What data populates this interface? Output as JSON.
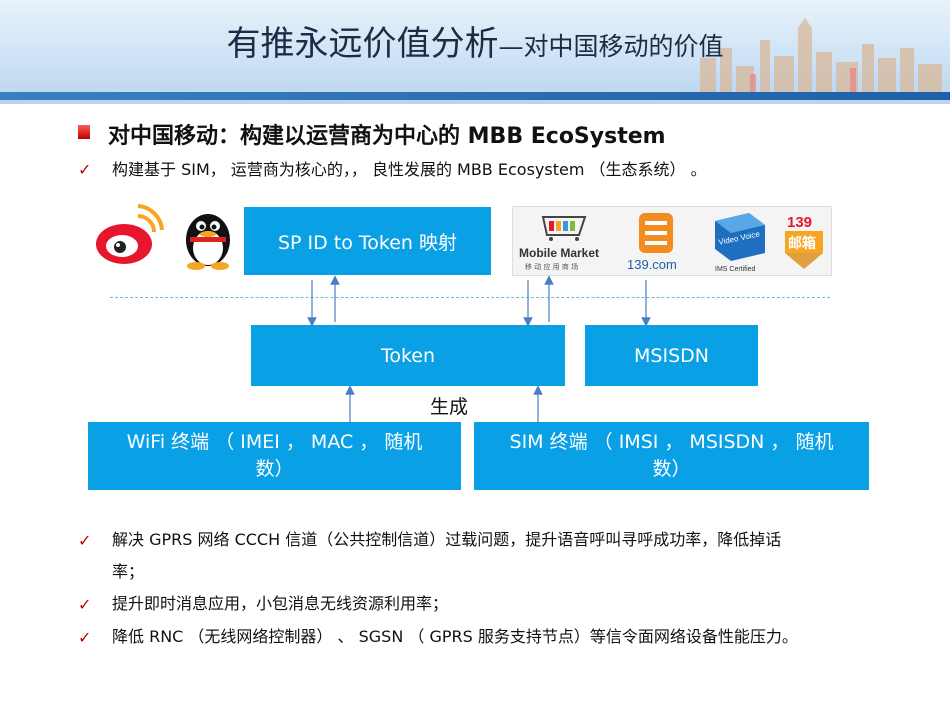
{
  "slide": {
    "title_main": "有推永远价值分析",
    "title_sub": "—对中国移动的价值",
    "heading": "对中国移动：构建以运营商为中心的 MBB EcoSystem",
    "intro": "构建基于 SIM， 运营商为核心的，， 良性发展的 MBB Ecosystem （生态系统） 。",
    "bullets": [
      "解决 GPRS 网络 CCCH 信道（公共控制信道）过载问题，提升语音呼叫寻呼成功率，降低掉话",
      "率；",
      "提升即时消息应用，小包消息无线资源利用率；",
      "降低 RNC （无线网络控制器） 、 SGSN （ GPRS 服务支持节点）等信令面网络设备性能压力。"
    ],
    "check_mark": "✓"
  },
  "diagram": {
    "sp_box": "SP ID to Token  映射",
    "token_box": "Token",
    "msisdn_box": "MSISDN",
    "wifi_box_line1": "WiFi 终端 （ IMEI ，  MAC ， 随机",
    "wifi_box_line2": "数）",
    "sim_box_line1": "SIM 终端 （ IMSI ，  MSISDN ， 随机",
    "sim_box_line2": "数）",
    "generate_label": "生成",
    "logo_mobile_market": "Mobile Market",
    "logo_mobile_market_cn": "移 动 应 用 商 场",
    "logo_139": "139.com",
    "logo_video_voice": "Video Voice",
    "logo_ims": "IMS Certified",
    "logo_139_mail_num": "139",
    "logo_139_mail_cn": "邮箱"
  },
  "colors": {
    "box_blue": "#0aa0e6",
    "check_red": "#c00000",
    "arrow": "#4a7fc1"
  }
}
